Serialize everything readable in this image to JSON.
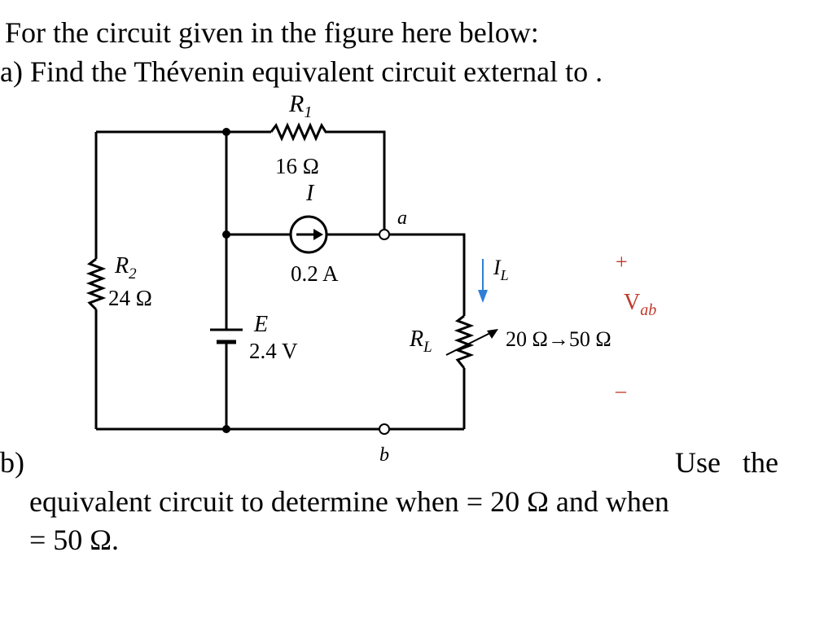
{
  "text": {
    "intro": "For the circuit given in the figure here below:",
    "part_a": "a) Find the Thévenin equivalent circuit external to .",
    "part_b_label": "b)",
    "part_b_use": "Use the",
    "part_b_line2": "equivalent circuit to determine when = 20 Ω and when",
    "part_b_line3": "= 50 Ω."
  },
  "circuit": {
    "r1": {
      "name": "R",
      "sub": "1",
      "value": "16 Ω"
    },
    "r2": {
      "name": "R",
      "sub": "2",
      "value": "24 Ω"
    },
    "source_i": {
      "name": "I",
      "value": "0.2 A"
    },
    "source_e": {
      "name": "E",
      "value": "2.4 V"
    },
    "rl": {
      "name": "R",
      "sub": "L",
      "range": "20 Ω→50 Ω"
    },
    "il": {
      "name": "I",
      "sub": "L"
    },
    "vab": {
      "name": "V",
      "sub": "ab",
      "plus": "+",
      "minus": "–"
    },
    "node_a": "a",
    "node_b": "b"
  },
  "colors": {
    "arrow_il": "#2f7fd6",
    "vab": "#c0392b",
    "wire": "#000000"
  }
}
